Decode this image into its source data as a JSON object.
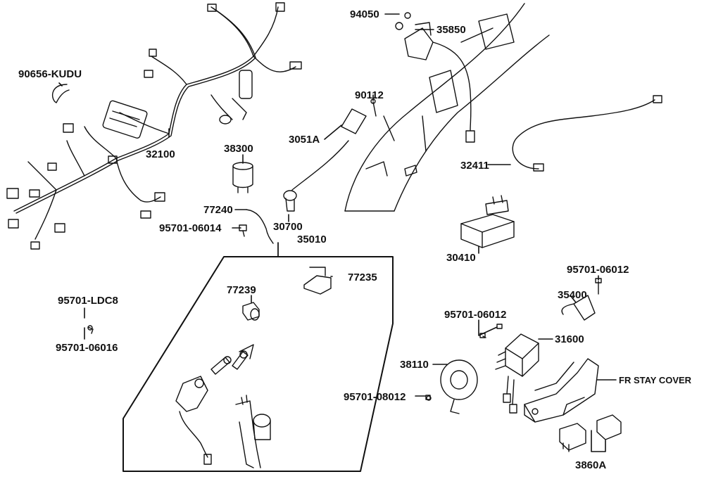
{
  "parts": {
    "p90656_kudu": "90656-KUDU",
    "p32100": "32100",
    "p38300": "38300",
    "p94050": "94050",
    "p35850": "35850",
    "p90112": "90112",
    "p3051a": "3051A",
    "p32411": "32411",
    "p77240": "77240",
    "p95701_06014": "95701-06014",
    "p30700": "30700",
    "p35010": "35010",
    "p77235": "77235",
    "p77239": "77239",
    "p30410": "30410",
    "p95701_06012_a": "95701-06012",
    "p35400": "35400",
    "p95701_06012_b": "95701-06012",
    "p31600": "31600",
    "p95701_ldc8": "95701-LDC8",
    "p95701_06016": "95701-06016",
    "p38110": "38110",
    "p95701_08012": "95701-08012",
    "fr_stay_cover": "FR STAY COVER",
    "p3860a": "3860A"
  },
  "colors": {
    "line": "#111111",
    "background": "#ffffff"
  }
}
